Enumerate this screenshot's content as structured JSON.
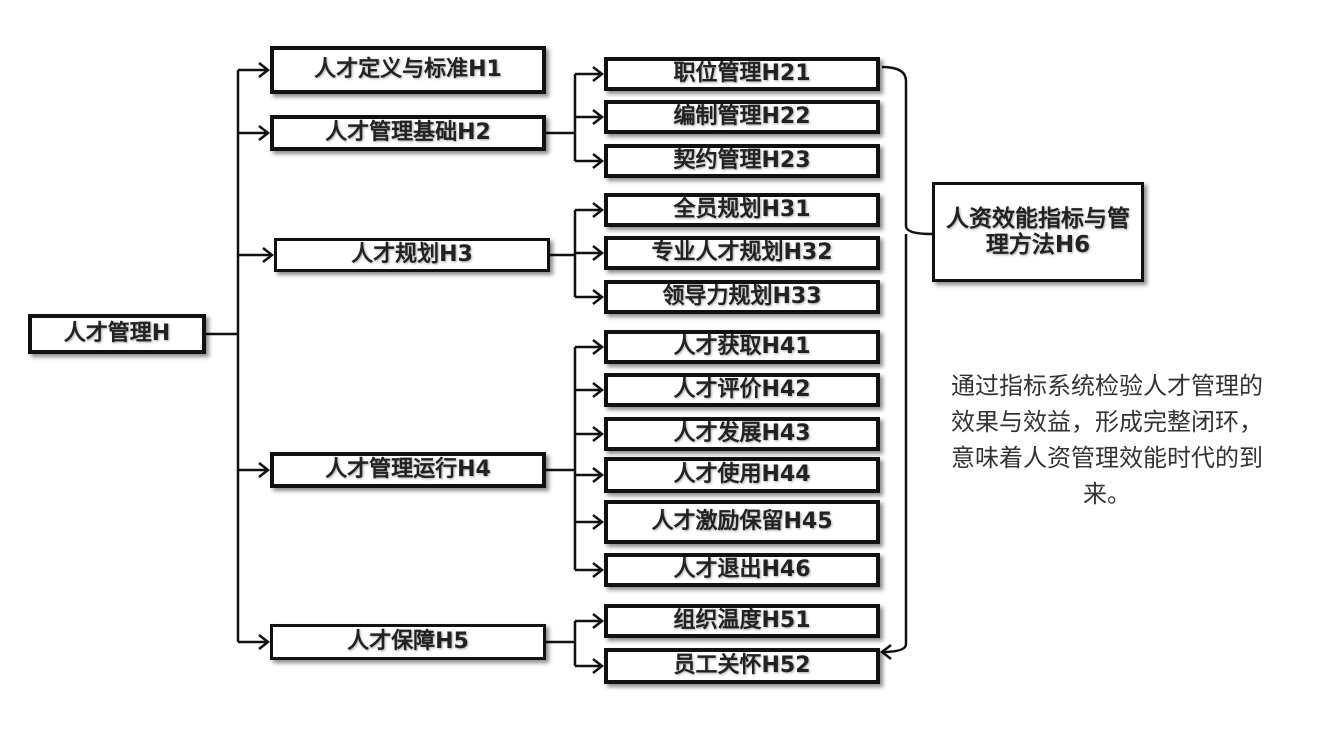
{
  "diagram": {
    "title": "人才管理体系结构图",
    "root": {
      "id": "H",
      "label": "人才管理H"
    },
    "level1": [
      {
        "id": "H1",
        "label": "人才定义与标准H1",
        "children": []
      },
      {
        "id": "H2",
        "label": "人才管理基础H2",
        "children": [
          {
            "id": "H21",
            "label": "职位管理H21"
          },
          {
            "id": "H22",
            "label": "编制管理H22"
          },
          {
            "id": "H23",
            "label": "契约管理H23"
          }
        ]
      },
      {
        "id": "H3",
        "label": "人才规划H3",
        "children": [
          {
            "id": "H31",
            "label": "全员规划H31"
          },
          {
            "id": "H32",
            "label": "专业人才规划H32"
          },
          {
            "id": "H33",
            "label": "领导力规划H33"
          }
        ]
      },
      {
        "id": "H4",
        "label": "人才管理运行H4",
        "children": [
          {
            "id": "H41",
            "label": "人才获取H41"
          },
          {
            "id": "H42",
            "label": "人才评价H42"
          },
          {
            "id": "H43",
            "label": "人才发展H43"
          },
          {
            "id": "H44",
            "label": "人才使用H44"
          },
          {
            "id": "H45",
            "label": "人才激励保留H45"
          },
          {
            "id": "H46",
            "label": "人才退出H46"
          }
        ]
      },
      {
        "id": "H5",
        "label": "人才保障H5",
        "children": [
          {
            "id": "H51",
            "label": "组织温度H51"
          },
          {
            "id": "H52",
            "label": "员工关怀H52"
          }
        ]
      }
    ],
    "metrics": {
      "id": "H6",
      "label": "人资效能指标与管理方法H6"
    },
    "note": "通过指标系统检验人才管理的效果与效益，形成完整闭环，意味着人资管理效能时代的到来。",
    "line_color": "#111111"
  }
}
